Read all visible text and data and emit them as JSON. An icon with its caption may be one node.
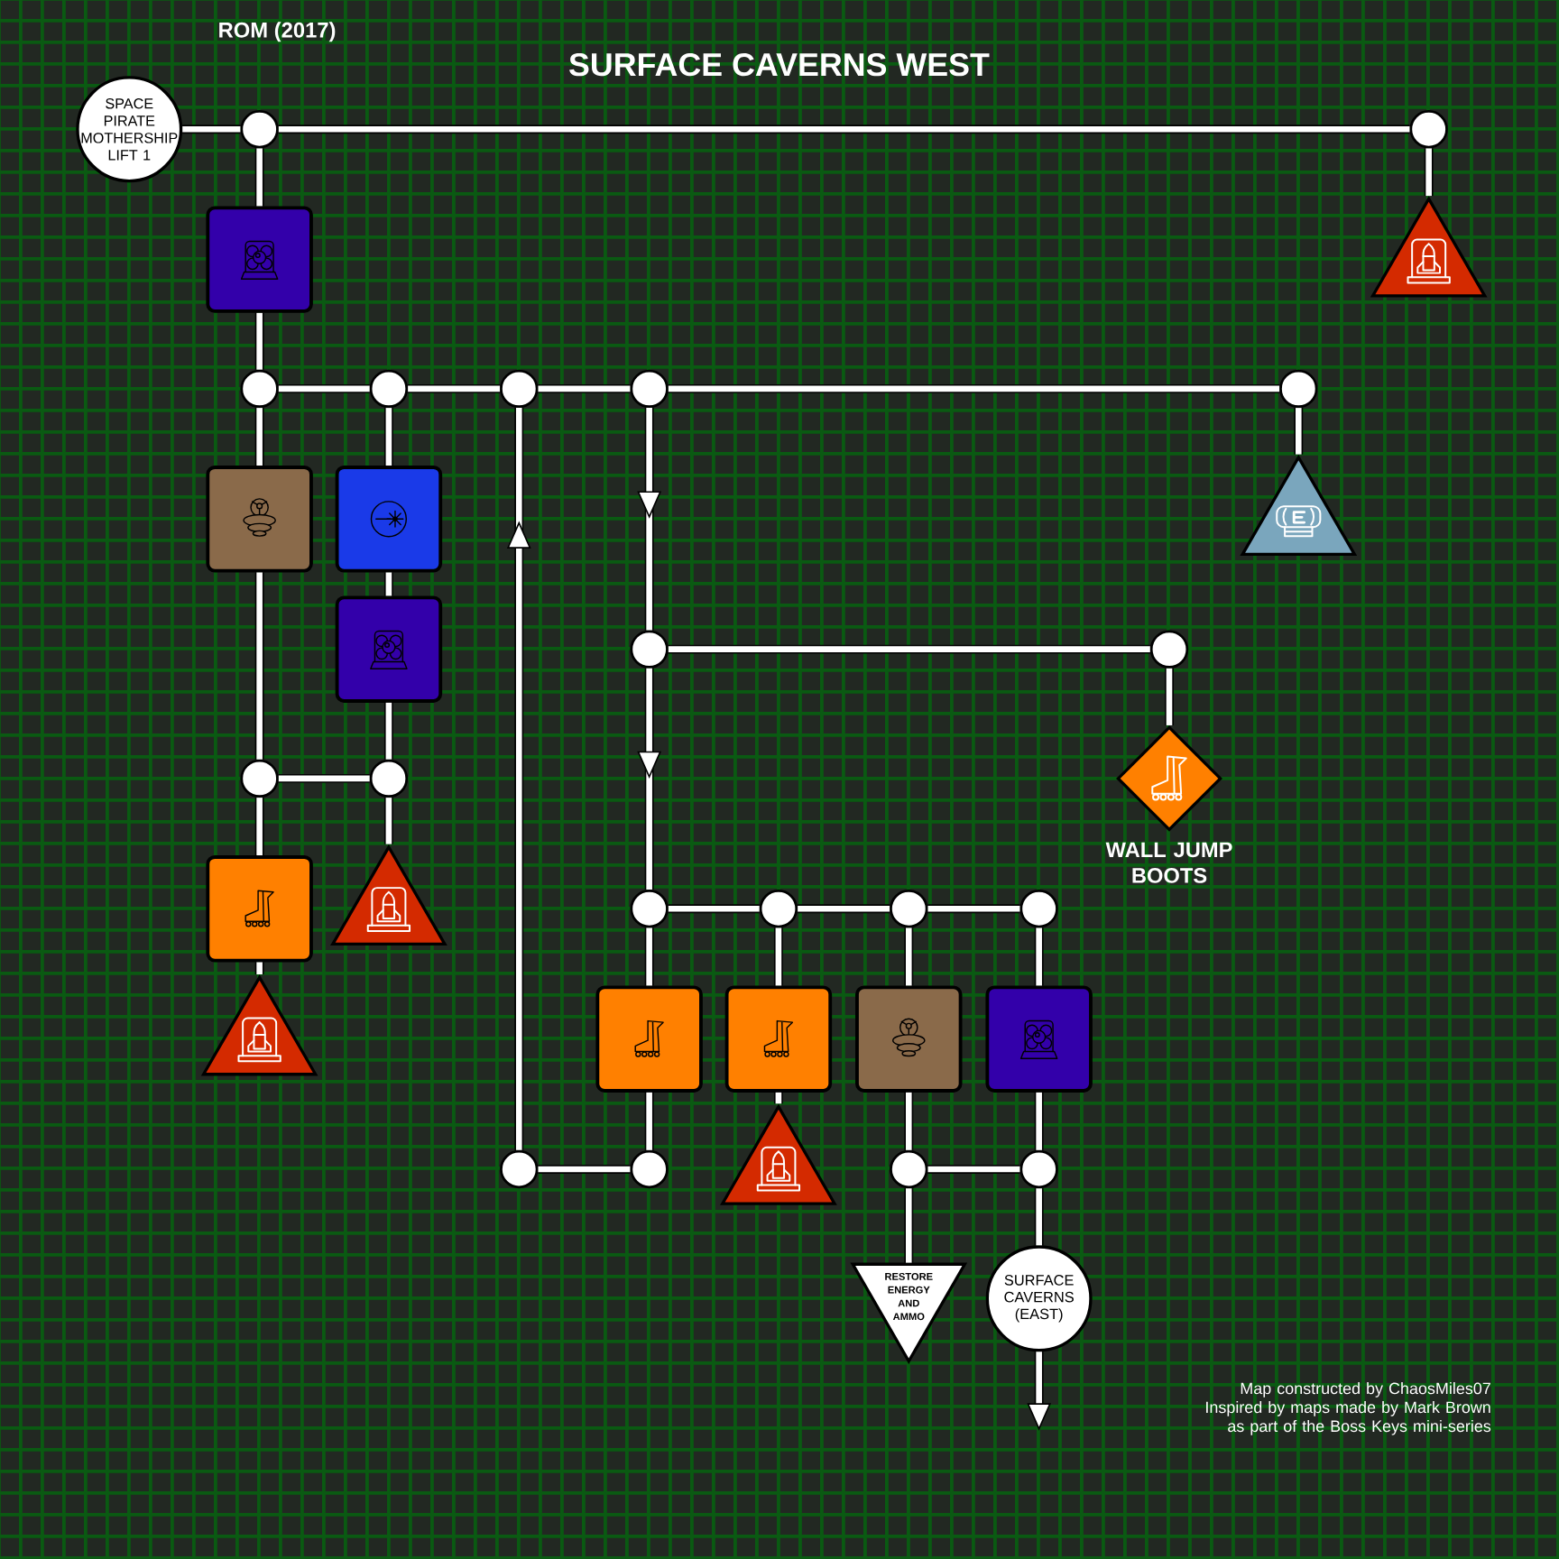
{
  "diagram": {
    "title": "SURFACE CAVERNS WEST",
    "nodes": [
      {
        "text": [
          "SPACE PIRATE MOTHERSHIP LIFT 1"
        ]
      },
      {
        "text": [],
        "shape": "circle"
      },
      {
        "text": [],
        "shape": "circle"
      },
      {
        "text": [],
        "shape": "box"
      },
      {
        "text": [],
        "shape": "triangle"
      },
      {
        "text": [],
        "shape": "circle"
      },
      {
        "text": [],
        "shape": "circle"
      },
      {
        "text": [],
        "shape": "circle"
      },
      {
        "text": [],
        "shape": "circle"
      },
      {
        "text": [],
        "shape": "circle"
      },
      {
        "text": [],
        "shape": "box"
      },
      {
        "text": [],
        "shape": "box"
      },
      {
        "text": [],
        "shape": "triangle"
      },
      {
        "text": [],
        "shape": "box"
      },
      {
        "text": [],
        "shape": "circle"
      },
      {
        "text": [],
        "shape": "circle"
      },
      {
        "text": [],
        "shape": "circle"
      },
      {
        "text": [],
        "shape": "circle"
      },
      {
        "text": [],
        "shape": "diamond",
        "beside": [
          "WALL JUMP BOOTS"
        ]
      },
      {
        "text": [],
        "shape": "box"
      },
      {
        "text": [],
        "shape": "triangle"
      },
      {
        "text": [],
        "shape": "circle"
      },
      {
        "text": [],
        "shape": "circle"
      },
      {
        "text": [],
        "shape": "circle"
      },
      {
        "text": [],
        "shape": "circle"
      },
      {
        "text": [],
        "shape": "triangle"
      },
      {
        "text": [],
        "shape": "box"
      },
      {
        "text": [],
        "shape": "box"
      },
      {
        "text": [],
        "shape": "box"
      },
      {
        "text": [],
        "shape": "box"
      },
      {
        "text": [],
        "shape": "triangle"
      },
      {
        "text": [],
        "shape": "circle"
      },
      {
        "text": [],
        "shape": "circle"
      },
      {
        "text": [],
        "shape": "circle"
      },
      {
        "text": [],
        "shape": "circle"
      },
      {
        "text": [
          "RESTORE ENERGY AND AMMO"
        ]
      },
      {
        "text": [
          "SURFACE CAVERNS (EAST)"
        ]
      }
    ],
    "edges": [
      {
        "from": 0,
        "to": 1,
        "arrow": "none"
      },
      {
        "from": 1,
        "to": 2,
        "arrow": "none"
      },
      {
        "from": 2,
        "to": 4,
        "arrow": "none"
      },
      {
        "from": 1,
        "to": 3,
        "arrow": "none"
      },
      {
        "from": 3,
        "to": 5,
        "arrow": "none"
      },
      {
        "from": 5,
        "to": 6,
        "arrow": "none"
      },
      {
        "from": 6,
        "to": 7,
        "arrow": "none"
      },
      {
        "from": 7,
        "to": 8,
        "arrow": "none"
      },
      {
        "from": 8,
        "to": 9,
        "arrow": "none"
      },
      {
        "from": 9,
        "to": 12,
        "arrow": "none"
      },
      {
        "from": 5,
        "to": 10,
        "arrow": "none"
      },
      {
        "from": 6,
        "to": 11,
        "arrow": "none"
      },
      {
        "from": 11,
        "to": 13,
        "arrow": "none"
      },
      {
        "from": 10,
        "to": 16,
        "arrow": "none"
      },
      {
        "from": 13,
        "to": 17,
        "arrow": "none"
      },
      {
        "from": 16,
        "to": 17,
        "arrow": "none"
      },
      {
        "from": 17,
        "to": 20,
        "arrow": "none"
      },
      {
        "from": 16,
        "to": 19,
        "arrow": "none"
      },
      {
        "from": 19,
        "to": 25,
        "arrow": "none"
      },
      {
        "from": 31,
        "to": 7,
        "arrow": "to"
      },
      {
        "from": 8,
        "to": 14,
        "arrow": "to"
      },
      {
        "from": 14,
        "to": 15,
        "arrow": "none"
      },
      {
        "from": 15,
        "to": 18,
        "arrow": "none"
      },
      {
        "from": 14,
        "to": 21,
        "arrow": "to"
      },
      {
        "from": 21,
        "to": 22,
        "arrow": "none"
      },
      {
        "from": 22,
        "to": 23,
        "arrow": "none"
      },
      {
        "from": 23,
        "to": 24,
        "arrow": "none"
      },
      {
        "from": 21,
        "to": 26,
        "arrow": "none"
      },
      {
        "from": 22,
        "to": 27,
        "arrow": "none"
      },
      {
        "from": 23,
        "to": 28,
        "arrow": "none"
      },
      {
        "from": 24,
        "to": 29,
        "arrow": "none"
      },
      {
        "from": 26,
        "to": 32,
        "arrow": "none"
      },
      {
        "from": 31,
        "to": 32,
        "arrow": "none"
      },
      {
        "from": 27,
        "to": 30,
        "arrow": "none"
      },
      {
        "from": 28,
        "to": 33,
        "arrow": "none"
      },
      {
        "from": 29,
        "to": 34,
        "arrow": "none"
      },
      {
        "from": 33,
        "to": 34,
        "arrow": "none"
      },
      {
        "from": 33,
        "to": 35,
        "arrow": "none"
      },
      {
        "from": 34,
        "to": 36,
        "arrow": "none"
      },
      {
        "from": 36,
        "to": null,
        "arrow": "to"
      }
    ],
    "labels": [
      "ROM (2017)",
      "Map constructed by ChaosMiles07 Inspired by maps made by Mark Brown as part of the Boss Keys mini-series"
    ]
  }
}
